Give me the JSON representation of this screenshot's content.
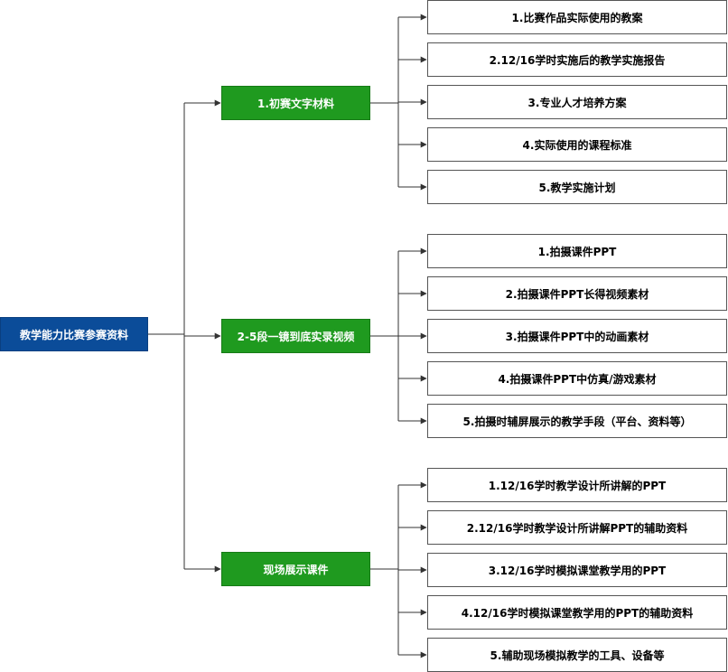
{
  "diagram": {
    "root": {
      "label": "教学能力比赛参赛资料"
    },
    "branches": [
      {
        "label": "1.初赛文字材料",
        "items": [
          "1.比赛作品实际使用的教案",
          "2.12/16学时实施后的教学实施报告",
          "3.专业人才培养方案",
          "4.实际使用的课程标准",
          "5.教学实施计划"
        ]
      },
      {
        "label": "2-5段一镜到底实录视频",
        "items": [
          "1.拍摄课件PPT",
          "2.拍摄课件PPT长得视频素材",
          "3.拍摄课件PPT中的动画素材",
          "4.拍摄课件PPT中仿真/游戏素材",
          "5.拍摄时辅屏展示的教学手段（平台、资料等）"
        ]
      },
      {
        "label": "现场展示课件",
        "items": [
          "1.12/16学时教学设计所讲解的PPT",
          "2.12/16学时教学设计所讲解PPT的辅助资料",
          "3.12/16学时模拟课堂教学用的PPT",
          "4.12/16学时模拟课堂教学用的PPT的辅助资料",
          "5.辅助现场模拟教学的工具、设备等"
        ]
      }
    ],
    "colors": {
      "root_fill": "#0b4c99",
      "branch_fill": "#1f9a1f",
      "leaf_border": "#555555",
      "connector": "#333333"
    }
  }
}
